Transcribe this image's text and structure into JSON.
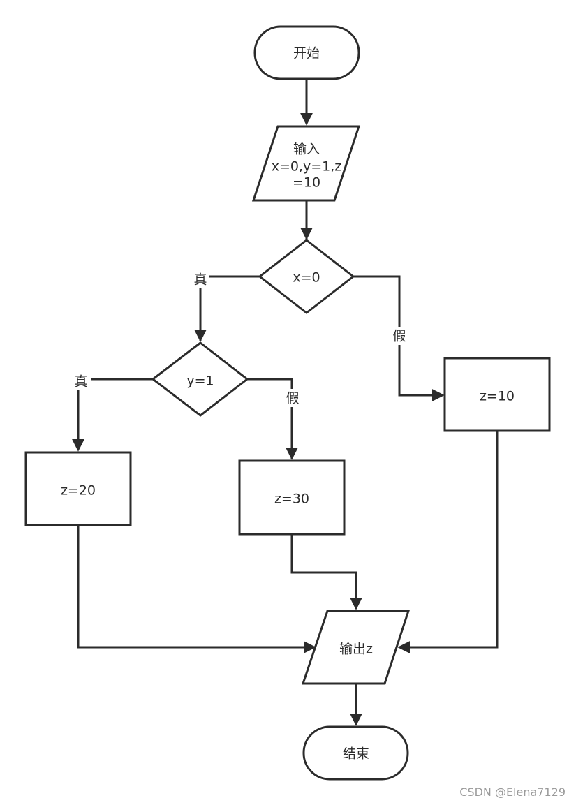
{
  "flowchart": {
    "start": "开始",
    "input_title": "输入",
    "input_line1": "x=0,y=1,z",
    "input_line2": "=10",
    "decision_x": "x=0",
    "decision_y": "y=1",
    "box_z10": "z=10",
    "box_z20": "z=20",
    "box_z30": "z=30",
    "output": "输出z",
    "end": "结束"
  },
  "edge_labels": {
    "x_true": "真",
    "x_false": "假",
    "y_true": "真",
    "y_false": "假"
  },
  "watermark": "CSDN @Elena7129"
}
